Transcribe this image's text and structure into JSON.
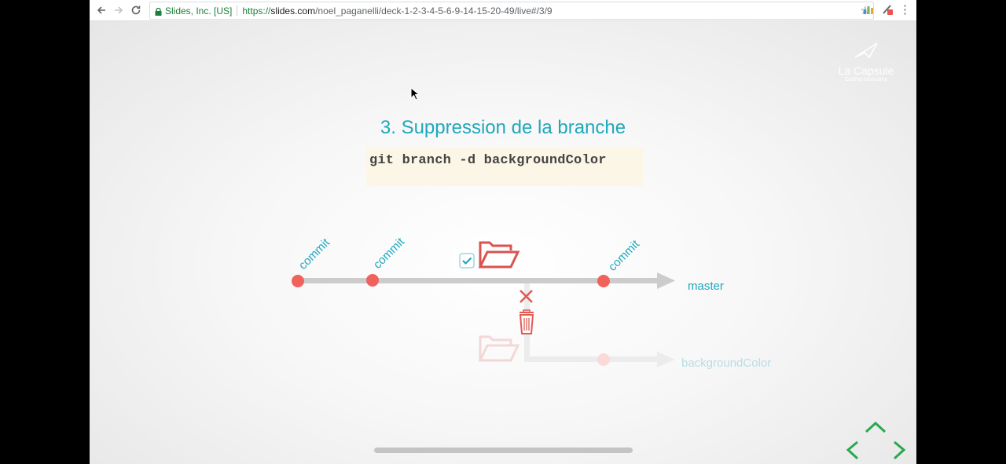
{
  "browser": {
    "secure_label": "Slides, Inc. [US]",
    "url_scheme": "https://",
    "url_host": "slides.com",
    "url_path": "/noel_paganelli/deck-1-2-3-4-5-6-9-14-15-20-49/live#/3/9",
    "icons": [
      "back-icon",
      "forward-icon",
      "reload-icon",
      "lock-icon",
      "star-icon",
      "extension-icon",
      "menu-icon"
    ]
  },
  "slide": {
    "title": "3.  Suppression de la branche",
    "code": "git branch -d backgroundColor",
    "commit_labels": [
      "commit",
      "commit",
      "commit"
    ],
    "master_label": "master",
    "branch_label": "backgroundColor",
    "watermark_name": "La Capsule",
    "watermark_sub": "Coding bootcamp",
    "colors": {
      "accent": "#1fa8bd",
      "commit_dot": "#f0625c",
      "line": "#cccccc",
      "code_bg": "#fcf6e6",
      "nav_arrows": "#2aa84f",
      "delete_red": "#e25a52"
    }
  }
}
